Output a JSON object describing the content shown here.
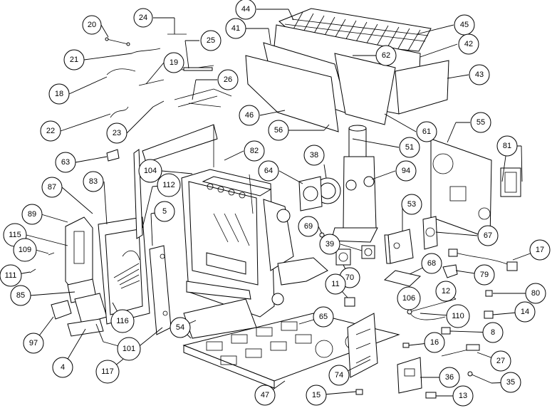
{
  "callouts": [
    {
      "id": "c20",
      "label": "20"
    },
    {
      "id": "c24",
      "label": "24"
    },
    {
      "id": "c44",
      "label": "44"
    },
    {
      "id": "c45",
      "label": "45"
    },
    {
      "id": "c41",
      "label": "41"
    },
    {
      "id": "c62",
      "label": "62"
    },
    {
      "id": "c42",
      "label": "42"
    },
    {
      "id": "c25",
      "label": "25"
    },
    {
      "id": "c21",
      "label": "21"
    },
    {
      "id": "c19",
      "label": "19"
    },
    {
      "id": "c43",
      "label": "43"
    },
    {
      "id": "c26",
      "label": "26"
    },
    {
      "id": "c18",
      "label": "18"
    },
    {
      "id": "c46",
      "label": "46"
    },
    {
      "id": "c61",
      "label": "61"
    },
    {
      "id": "c22",
      "label": "22"
    },
    {
      "id": "c23",
      "label": "23"
    },
    {
      "id": "c56",
      "label": "56"
    },
    {
      "id": "c55",
      "label": "55"
    },
    {
      "id": "c51",
      "label": "51"
    },
    {
      "id": "c63",
      "label": "63"
    },
    {
      "id": "c82",
      "label": "82"
    },
    {
      "id": "c38",
      "label": "38"
    },
    {
      "id": "c81",
      "label": "81"
    },
    {
      "id": "c104",
      "label": "104"
    },
    {
      "id": "c64",
      "label": "64"
    },
    {
      "id": "c94",
      "label": "94"
    },
    {
      "id": "c83",
      "label": "83"
    },
    {
      "id": "c87",
      "label": "87"
    },
    {
      "id": "c112",
      "label": "112"
    },
    {
      "id": "c53",
      "label": "53"
    },
    {
      "id": "c5",
      "label": "5"
    },
    {
      "id": "c89",
      "label": "89"
    },
    {
      "id": "c69",
      "label": "69"
    },
    {
      "id": "c67",
      "label": "67"
    },
    {
      "id": "c115",
      "label": "115"
    },
    {
      "id": "c39",
      "label": "39"
    },
    {
      "id": "c109",
      "label": "109"
    },
    {
      "id": "c17",
      "label": "17"
    },
    {
      "id": "c68",
      "label": "68"
    },
    {
      "id": "c111",
      "label": "111"
    },
    {
      "id": "c79",
      "label": "79"
    },
    {
      "id": "c70",
      "label": "70"
    },
    {
      "id": "c11",
      "label": "11"
    },
    {
      "id": "c12",
      "label": "12"
    },
    {
      "id": "c85",
      "label": "85"
    },
    {
      "id": "c106",
      "label": "106"
    },
    {
      "id": "c80",
      "label": "80"
    },
    {
      "id": "c110",
      "label": "110"
    },
    {
      "id": "c65",
      "label": "65"
    },
    {
      "id": "c14",
      "label": "14"
    },
    {
      "id": "c116",
      "label": "116"
    },
    {
      "id": "c54",
      "label": "54"
    },
    {
      "id": "c97",
      "label": "97"
    },
    {
      "id": "c8",
      "label": "8"
    },
    {
      "id": "c101",
      "label": "101"
    },
    {
      "id": "c16",
      "label": "16"
    },
    {
      "id": "c27",
      "label": "27"
    },
    {
      "id": "c4",
      "label": "4"
    },
    {
      "id": "c117",
      "label": "117"
    },
    {
      "id": "c74",
      "label": "74"
    },
    {
      "id": "c36",
      "label": "36"
    },
    {
      "id": "c35",
      "label": "35"
    },
    {
      "id": "c47",
      "label": "47"
    },
    {
      "id": "c15",
      "label": "15"
    },
    {
      "id": "c13",
      "label": "13"
    }
  ]
}
